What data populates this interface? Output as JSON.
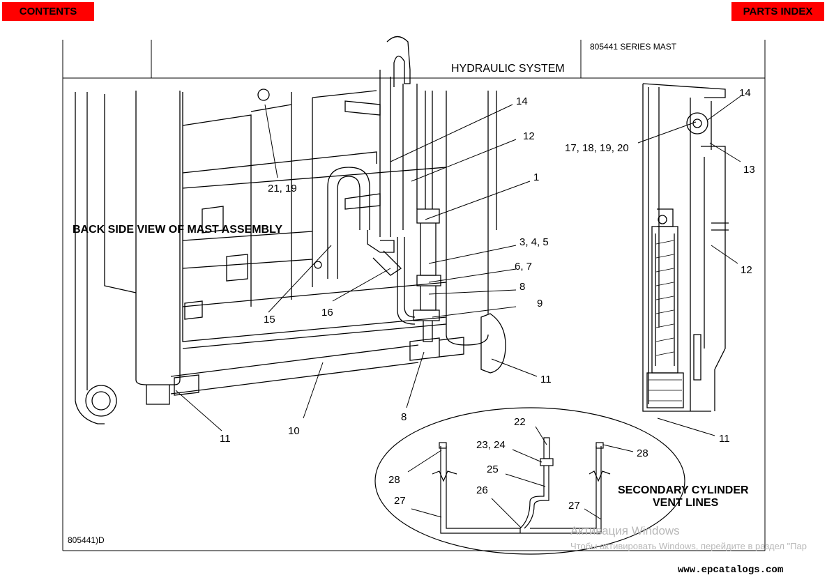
{
  "nav": {
    "contents": "CONTENTS",
    "parts_index": "PARTS INDEX"
  },
  "header": {
    "title": "HYDRAULIC SYSTEM",
    "series": "805441 SERIES MAST"
  },
  "views": {
    "back": "BACK SIDE VIEW OF MAST ASSEMBLY",
    "vent_line1": "SECONDARY CYLINDER",
    "vent_line2": "VENT LINES"
  },
  "callouts": {
    "c14a": "14",
    "c12a": "12",
    "c1": "1",
    "c345": "3, 4, 5",
    "c67": "6, 7",
    "c8a": "8",
    "c9": "9",
    "c11a": "11",
    "c8b": "8",
    "c10": "10",
    "c11b": "11",
    "c15": "15",
    "c16": "16",
    "c2119": "21, 19",
    "c14b": "14",
    "c17": "17, 18, 19, 20",
    "c13": "13",
    "c12b": "12",
    "c11c": "11",
    "c22": "22",
    "c2324": "23, 24",
    "c25": "25",
    "c26": "26",
    "c27a": "27",
    "c27b": "27",
    "c28a": "28",
    "c28b": "28"
  },
  "figure_number": "805441)D",
  "watermark": {
    "line1": "Активация Windows",
    "line2": "Чтобы активировать Windows, перейдите в раздел \"Пар"
  },
  "site": "www.epcatalogs.com"
}
